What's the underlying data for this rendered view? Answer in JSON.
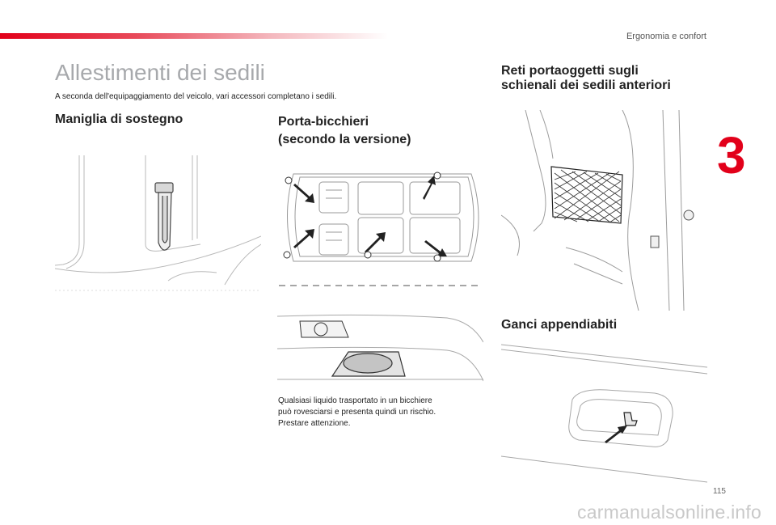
{
  "header": {
    "section_label": "Ergonomia e confort",
    "chapter_number": "3",
    "accent_color": "#e2001a"
  },
  "page": {
    "title": "Allestimenti dei sedili",
    "intro": "A seconda dell'equipaggiamento del veicolo, vari accessori completano i sedili.",
    "page_number": "115"
  },
  "sections": {
    "maniglia": {
      "heading": "Maniglia di sostegno"
    },
    "porta_bicchieri": {
      "heading_line1": "Porta-bicchieri",
      "heading_line2": "(secondo la versione)",
      "note_lines": [
        "Qualsiasi liquido trasportato in un bicchiere",
        "può rovesciarsi e presenta quindi un rischio.",
        "Prestare attenzione."
      ]
    },
    "reti": {
      "heading_line1": "Reti portaoggetti sugli",
      "heading_line2": "schienali dei sedili anteriori"
    },
    "ganci": {
      "heading": "Ganci appendiabiti"
    }
  },
  "footer": {
    "watermark": "carmanualsonline.info"
  }
}
